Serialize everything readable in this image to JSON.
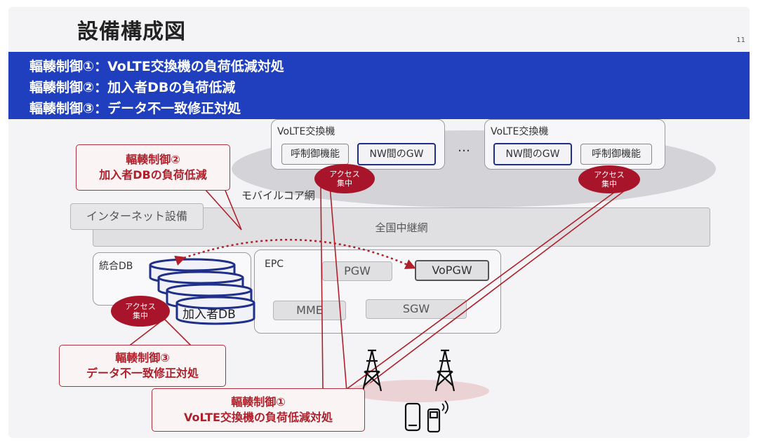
{
  "title": "設備構成図",
  "page_number": "11",
  "banner": [
    "輻輳制御①：VoLTE交換機の負荷低減対処",
    "輻輳制御②：加入者DBの負荷低減",
    "輻輳制御③：データ不一致修正対処"
  ],
  "volte_left": {
    "label": "VoLTE交換機",
    "call_control": "呼制御機能",
    "nw_gw": "NW間のGW"
  },
  "ellipsis": "…",
  "volte_right": {
    "label": "VoLTE交換機",
    "nw_gw": "NW間のGW",
    "call_control": "呼制御機能"
  },
  "access_tag": [
    "アクセス",
    "集中"
  ],
  "mobile_core": "モバイルコア網",
  "internet": "インターネット設備",
  "backbone": "全国中継網",
  "db": {
    "label": "統合DB",
    "subscriber": "加入者DB"
  },
  "epc": {
    "label": "EPC",
    "pgw": "PGW",
    "vopgw": "VoPGW",
    "mme": "MME",
    "sgw": "SGW"
  },
  "callout2": [
    "輻輳制御②",
    "加入者DBの負荷低減"
  ],
  "callout3": [
    "輻輳制御③",
    "データ不一致修正対処"
  ],
  "callout1": [
    "輻輳制御①",
    "VoLTE交換機の負荷低減対処"
  ],
  "colors": {
    "banner": "#1f3fbf",
    "accent_red": "#a8152b",
    "highlight_border": "#1f2f8a",
    "cloud": "#d4d4d8"
  },
  "icons": [
    "cell-tower-icon",
    "smartphone-icon",
    "feature-phone-icon",
    "signal-waves-icon",
    "database-cylinder-icon"
  ]
}
